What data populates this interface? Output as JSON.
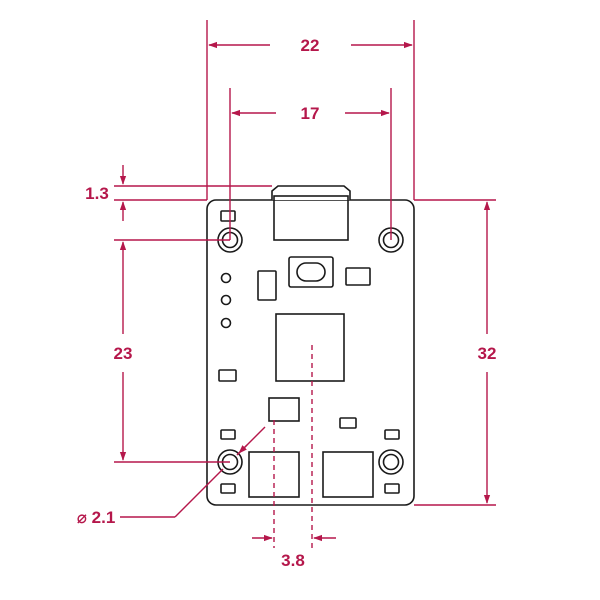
{
  "colors": {
    "dimension": "#b5174b",
    "outline": "#1a1a1a",
    "board_fill": "#ffffff"
  },
  "dimensions": {
    "overall_width": "22",
    "hole_spacing_x": "17",
    "connector_offset": "1.3",
    "hole_spacing_y": "23",
    "overall_height": "32",
    "hole_diameter": "⌀ 2.1",
    "center_offset": "3.8"
  }
}
